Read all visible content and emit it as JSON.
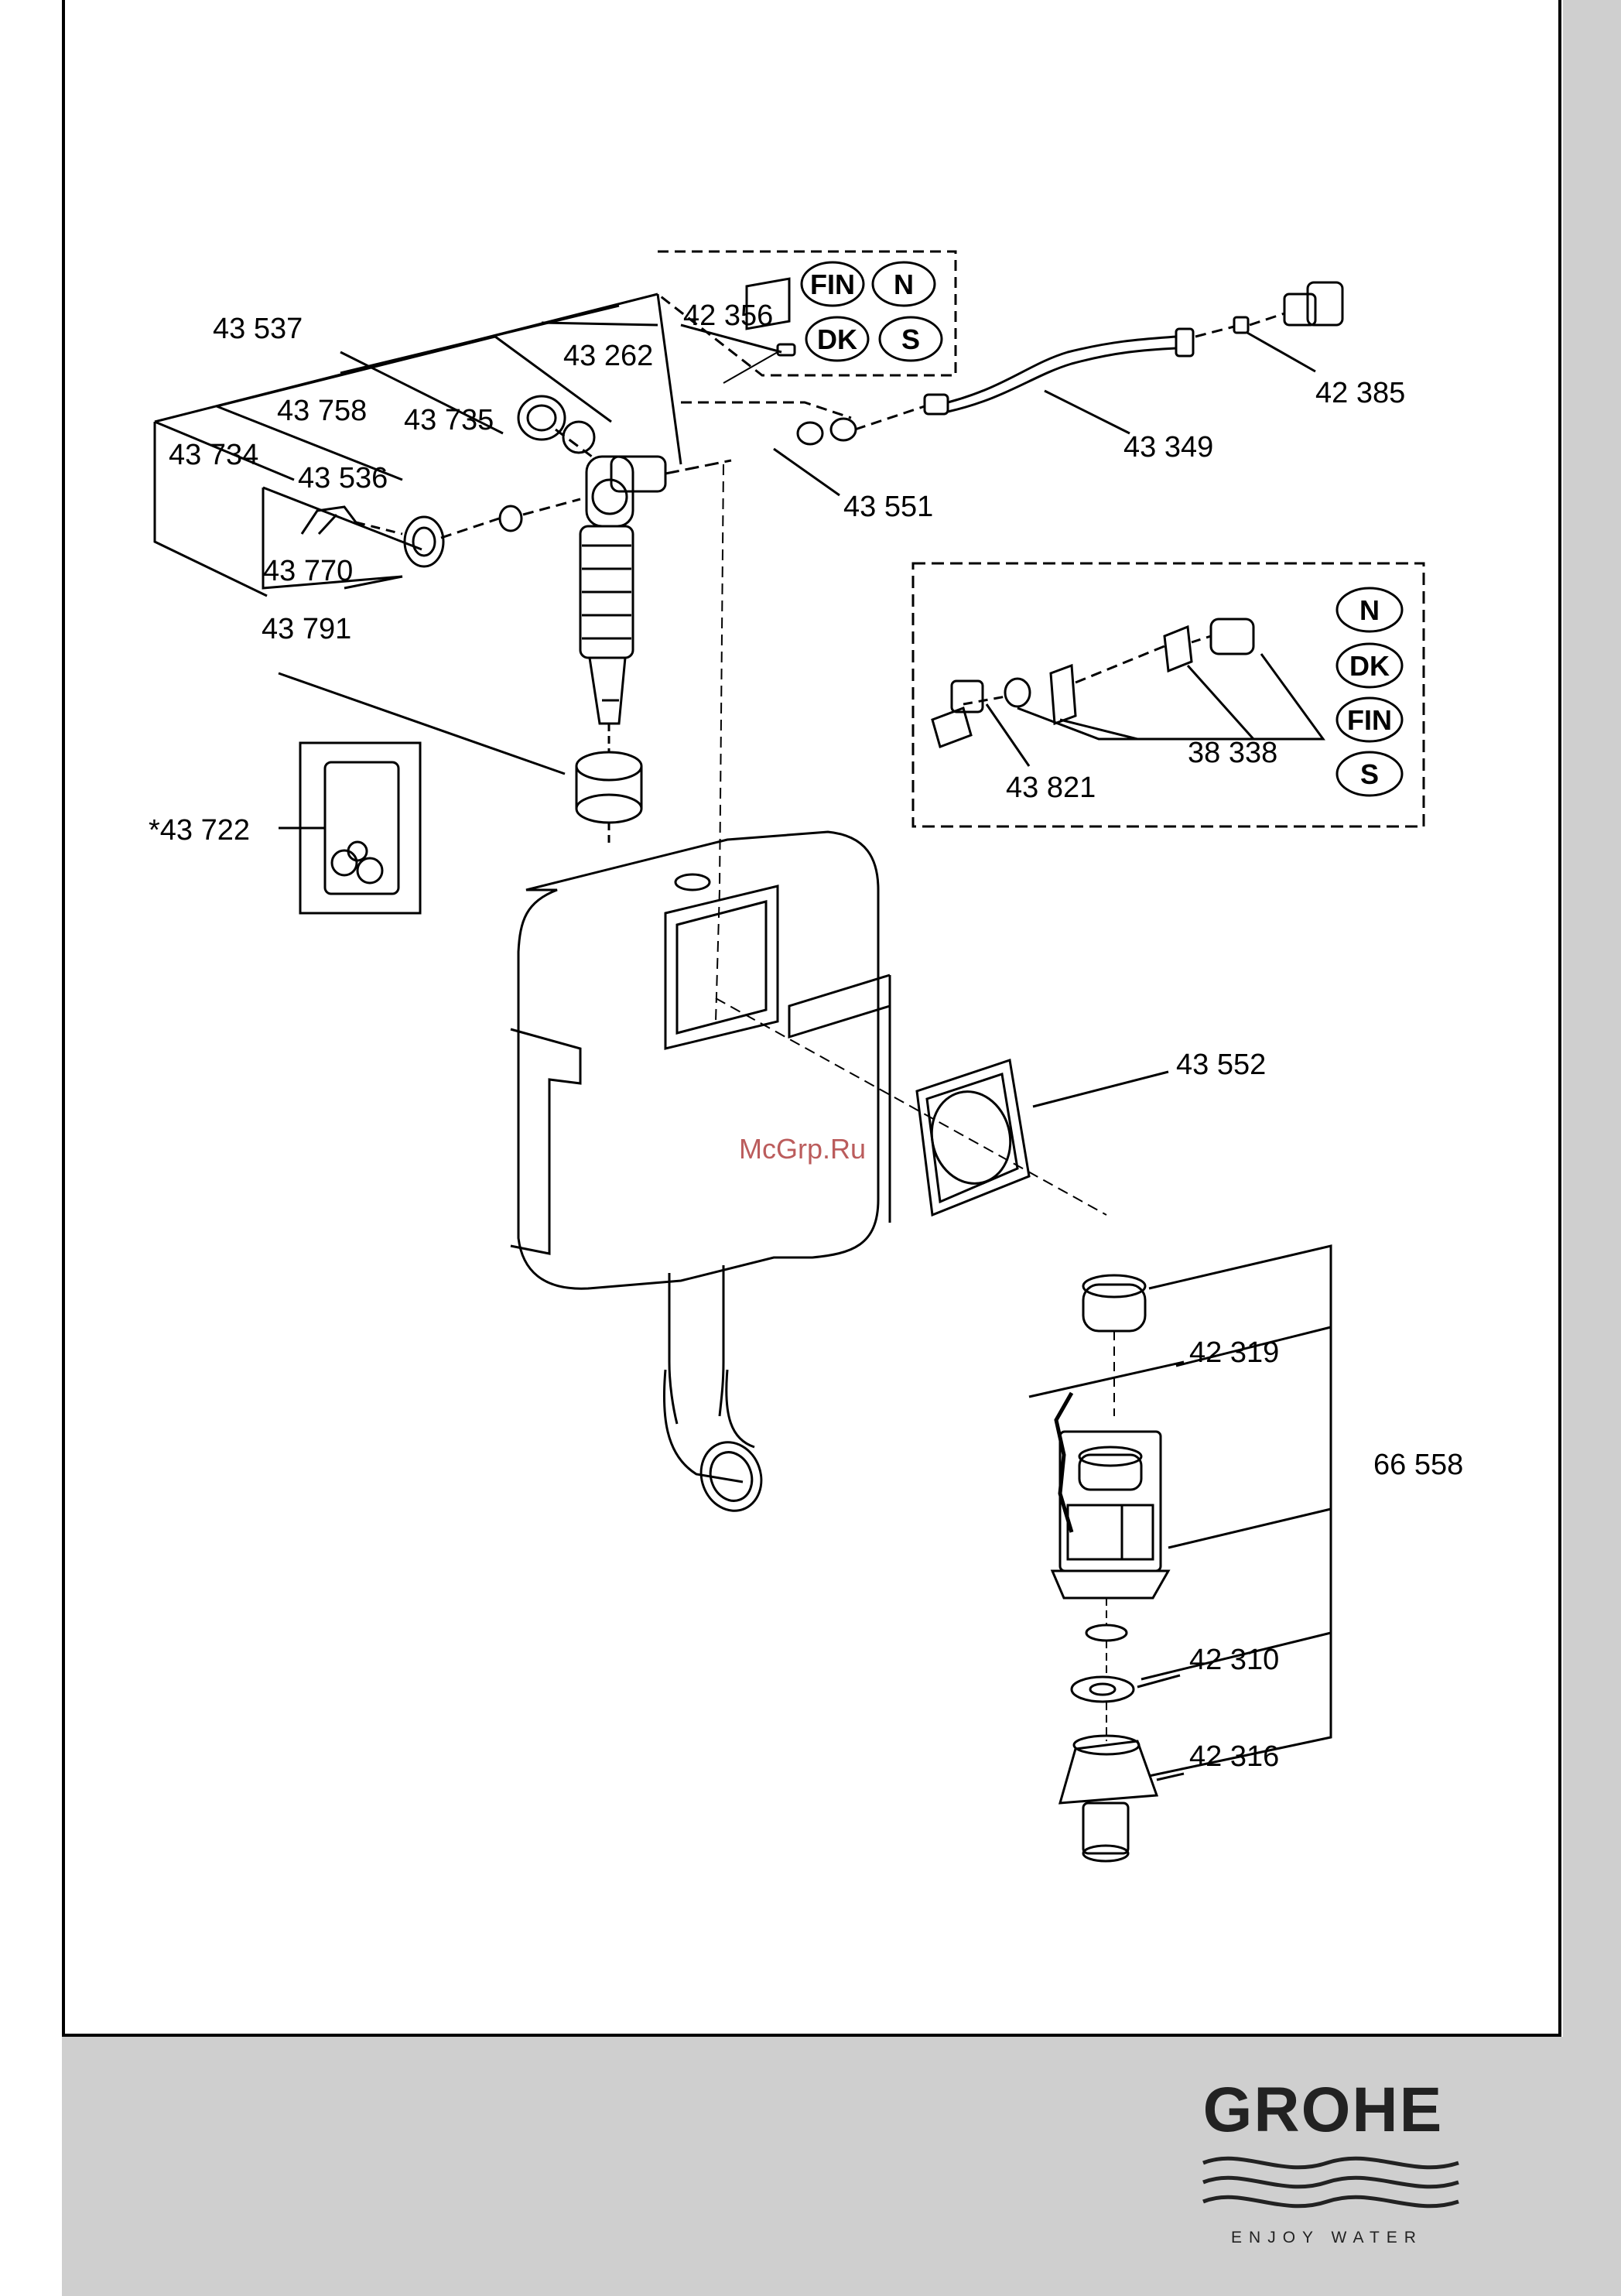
{
  "diagram": {
    "part_labels": {
      "p43537": "43 537",
      "p42356": "42 356",
      "p43262": "43 262",
      "p43758": "43 758",
      "p43735": "43 735",
      "p43734": "43 734",
      "p43536": "43 536",
      "p43770": "43 770",
      "p43791": "43 791",
      "p43722": "*43 722",
      "p42385": "42 385",
      "p43349": "43 349",
      "p43551": "43 551",
      "p43821": "43 821",
      "p38338": "38 338",
      "p43552": "43 552",
      "p42319": "42 319",
      "p66558": "66 558",
      "p42310": "42 310",
      "p42316": "42 316"
    },
    "country_codes_top": [
      "FIN",
      "N",
      "DK",
      "S"
    ],
    "country_codes_box": [
      "N",
      "DK",
      "FIN",
      "S"
    ],
    "watermark": "McGrp.Ru"
  },
  "brand": {
    "name": "GROHE",
    "tagline": "ENJOY WATER"
  },
  "colors": {
    "line": "#000000",
    "background": "#ffffff",
    "margin_gray": "#cfcfcf"
  }
}
